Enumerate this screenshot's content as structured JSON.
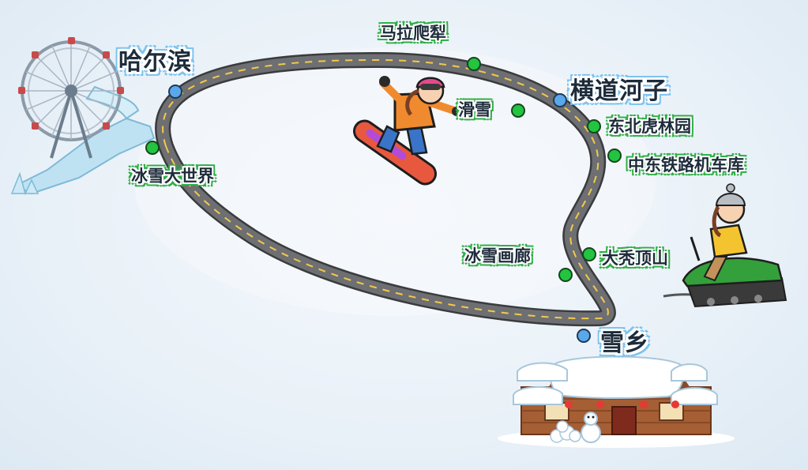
{
  "route": {
    "cities": [
      {
        "name": "哈尔滨"
      },
      {
        "name": "横道河子"
      },
      {
        "name": "雪乡"
      }
    ],
    "attractions": [
      {
        "name": "冰雪大世界"
      },
      {
        "name": "马拉爬犁"
      },
      {
        "name": "滑雪"
      },
      {
        "name": "东北虎林园"
      },
      {
        "name": "中东铁路机车库"
      },
      {
        "name": "大秃顶山"
      },
      {
        "name": "冰雪画廊"
      }
    ]
  },
  "colors": {
    "road": "#6e6f72",
    "road_dash": "#f2c94c",
    "city_dot": "#5aa8ea",
    "attraction_dot": "#22c440",
    "city_outline": "#7cc3f0",
    "attraction_outline": "#2eae45"
  },
  "icons": {
    "harbin": "ferris-wheel-icon",
    "skiing": "snowboarder-icon",
    "snowmobile": "snowmobile-icon",
    "snow_town": "snow-cabin-icon"
  }
}
